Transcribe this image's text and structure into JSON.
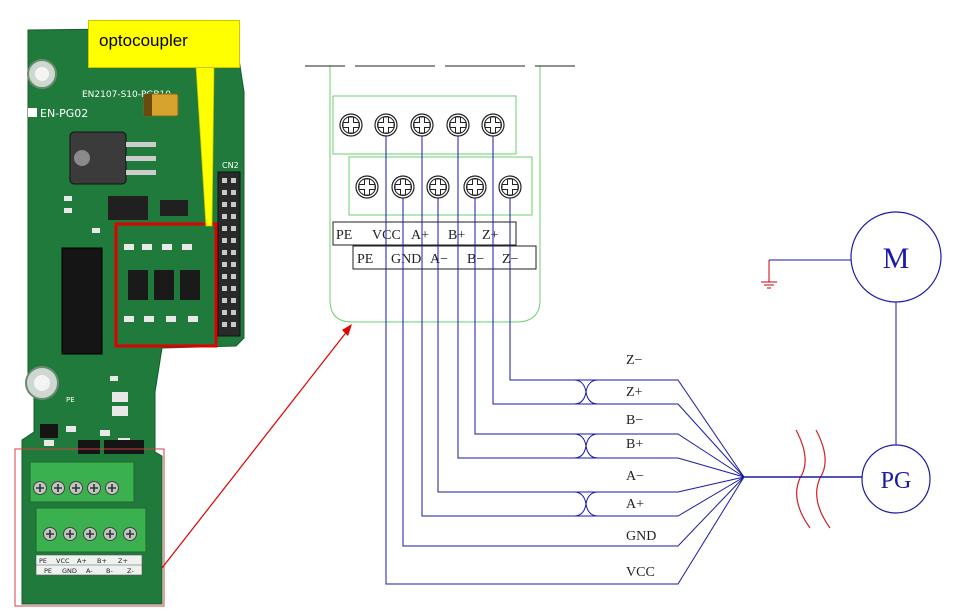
{
  "callout": {
    "text": "optocoupler"
  },
  "board": {
    "part_number": "EN2107-S10-PGB10",
    "model": "EN-PG02",
    "connector_label": "CN2",
    "pe_mark": "PE",
    "row1_labels": [
      "PE",
      "VCC",
      "A+",
      "B+",
      "Z+"
    ],
    "row2_labels": [
      "PE",
      "GND",
      "A-",
      "B-",
      "Z-"
    ]
  },
  "terminal": {
    "top_labels": [
      "PE",
      "VCC",
      "A+",
      "B+",
      "Z+"
    ],
    "bottom_labels": [
      "PE",
      "GND",
      "A−",
      "B−",
      "Z−"
    ]
  },
  "signals": [
    "Z−",
    "Z+",
    "B−",
    "B+",
    "A−",
    "A+",
    "GND",
    "VCC"
  ],
  "motor": {
    "label": "M"
  },
  "encoder": {
    "label": "PG"
  },
  "colors": {
    "wire": "#1a1aa8",
    "board_green": "#1e7a3a",
    "box_green": "#6ccf6c",
    "highlight_red": "#e00000",
    "callout_yellow": "#ffff00",
    "ground_red": "#cc0000",
    "break_red": "#cc2222"
  }
}
